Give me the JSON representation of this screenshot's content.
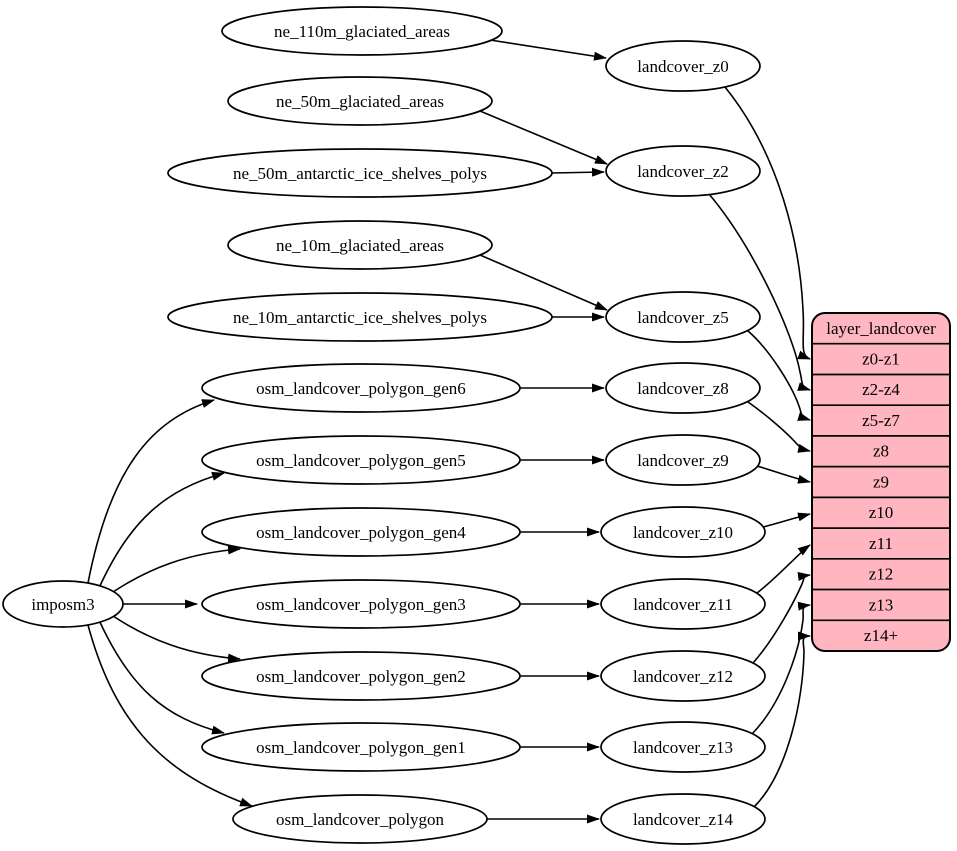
{
  "diagram": {
    "type": "graphviz-dependency-diagram",
    "colors": {
      "background": "#ffffff",
      "node_fill": "#ffffff",
      "edge_stroke": "#000000",
      "layer_table_fill": "#ffb6c1"
    },
    "importer": {
      "label": "imposm3"
    },
    "sources": [
      {
        "label": "ne_110m_glaciated_areas"
      },
      {
        "label": "ne_50m_glaciated_areas"
      },
      {
        "label": "ne_50m_antarctic_ice_shelves_polys"
      },
      {
        "label": "ne_10m_glaciated_areas"
      },
      {
        "label": "ne_10m_antarctic_ice_shelves_polys"
      },
      {
        "label": "osm_landcover_polygon_gen6"
      },
      {
        "label": "osm_landcover_polygon_gen5"
      },
      {
        "label": "osm_landcover_polygon_gen4"
      },
      {
        "label": "osm_landcover_polygon_gen3"
      },
      {
        "label": "osm_landcover_polygon_gen2"
      },
      {
        "label": "osm_landcover_polygon_gen1"
      },
      {
        "label": "osm_landcover_polygon"
      }
    ],
    "intermediates": [
      {
        "label": "landcover_z0"
      },
      {
        "label": "landcover_z2"
      },
      {
        "label": "landcover_z5"
      },
      {
        "label": "landcover_z8"
      },
      {
        "label": "landcover_z9"
      },
      {
        "label": "landcover_z10"
      },
      {
        "label": "landcover_z11"
      },
      {
        "label": "landcover_z12"
      },
      {
        "label": "landcover_z13"
      },
      {
        "label": "landcover_z14"
      }
    ],
    "layer_table": {
      "title": "layer_landcover",
      "rows": [
        "z0-z1",
        "z2-z4",
        "z5-z7",
        "z8",
        "z9",
        "z10",
        "z11",
        "z12",
        "z13",
        "z14+"
      ]
    }
  }
}
